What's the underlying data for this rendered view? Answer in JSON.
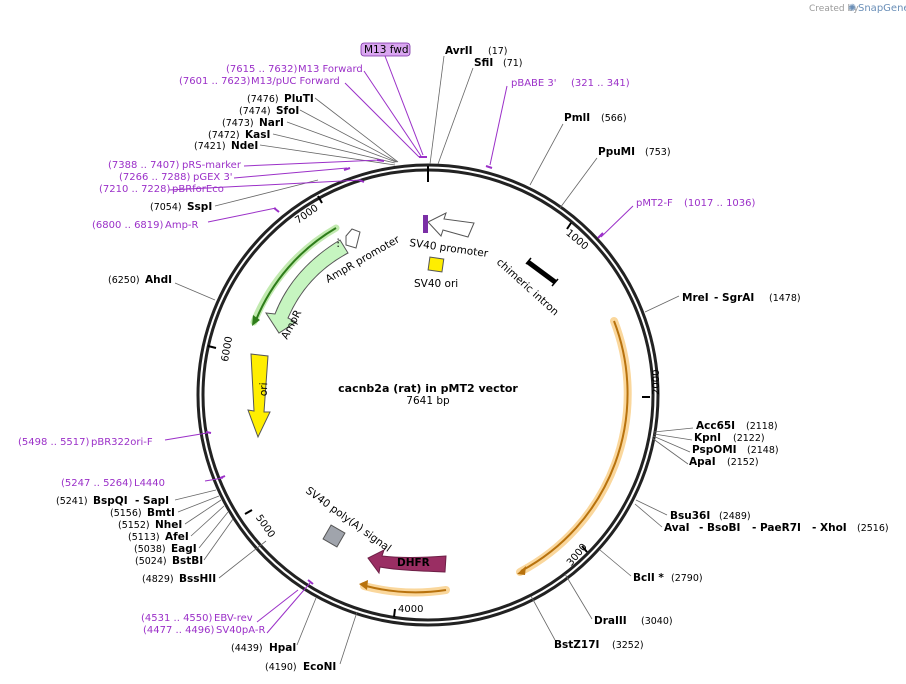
{
  "credit": {
    "prefix": "Created by",
    "brand": "SnapGene"
  },
  "title": "cacnb2a (rat) in pMT2 vector",
  "length": "7641 bp",
  "enzymes": [
    {
      "name": "AvrII",
      "pos": "(17)"
    },
    {
      "name": "SfiI",
      "pos": "(71)"
    },
    {
      "name": "PmlI",
      "pos": "(566)"
    },
    {
      "name": "PpuMI",
      "pos": "(753)"
    },
    {
      "name": "MreI",
      "name2": "- SgrAI",
      "pos": "(1478)"
    },
    {
      "name": "Acc65I",
      "pos": "(2118)"
    },
    {
      "name": "KpnI",
      "pos": "(2122)"
    },
    {
      "name": "PspOMI",
      "pos": "(2148)"
    },
    {
      "name": "ApaI",
      "pos": "(2152)"
    },
    {
      "name": "Bsu36I",
      "pos": "(2489)"
    },
    {
      "name": "AvaI",
      "name2": "- BsoBI",
      "name3": "- PaeR7I",
      "name4": "- XhoI",
      "pos": "(2516)"
    },
    {
      "name": "BclI *",
      "pos": "(2790)"
    },
    {
      "name": "DraIII",
      "pos": "(3040)"
    },
    {
      "name": "BstZ17I",
      "pos": "(3252)"
    },
    {
      "name": "EcoNI",
      "pos": "(4190)"
    },
    {
      "name": "HpaI",
      "pos": "(4439)"
    },
    {
      "name": "BssHII",
      "pos": "(4829)"
    },
    {
      "name": "BstBI",
      "pos": "(5024)"
    },
    {
      "name": "EagI",
      "pos": "(5038)"
    },
    {
      "name": "AfeI",
      "pos": "(5113)"
    },
    {
      "name": "NheI",
      "pos": "(5152)"
    },
    {
      "name": "BmtI",
      "pos": "(5156)"
    },
    {
      "name": "BspQI",
      "name2": "- SapI",
      "pos": "(5241)"
    },
    {
      "name": "AhdI",
      "pos": "(6250)"
    },
    {
      "name": "SspI",
      "pos": "(7054)"
    },
    {
      "name": "NdeI",
      "pos": "(7421)"
    },
    {
      "name": "KasI",
      "pos": "(7472)"
    },
    {
      "name": "NarI",
      "pos": "(7473)"
    },
    {
      "name": "SfoI",
      "pos": "(7474)"
    },
    {
      "name": "PluTI",
      "pos": "(7476)"
    }
  ],
  "primers": [
    {
      "name": "M13 fwd",
      "range": ""
    },
    {
      "name": "M13 Forward",
      "range": "(7615 .. 7632)"
    },
    {
      "name": "M13/pUC Forward",
      "range": "(7601 .. 7623)"
    },
    {
      "name": "pBABE 3'",
      "range": "(321 .. 341)"
    },
    {
      "name": "pMT2-F",
      "range": "(1017 .. 1036)"
    },
    {
      "name": "pRS-marker",
      "range": "(7388 .. 7407)"
    },
    {
      "name": "pGEX 3'",
      "range": "(7266 .. 7288)"
    },
    {
      "name": "pBRforEco",
      "range": "(7210 .. 7228)"
    },
    {
      "name": "Amp-R",
      "range": "(6800 .. 6819)"
    },
    {
      "name": "pBR322ori-F",
      "range": "(5498 .. 5517)"
    },
    {
      "name": "L4440",
      "range": "(5247 .. 5264)"
    },
    {
      "name": "EBV-rev",
      "range": "(4531 .. 4550)"
    },
    {
      "name": "SV40pA-R",
      "range": "(4477 .. 4496)"
    }
  ],
  "features": {
    "sv40_promoter": "SV40 promoter",
    "sv40_ori": "SV40 ori",
    "chimeric_intron": "chimeric intron",
    "ampr_promoter": "AmpR promoter",
    "ampr": "AmpR",
    "ori": "ori",
    "dhfr": "DHFR",
    "sv40_polya": "SV40 poly(A) signal"
  },
  "ticks": [
    "1000",
    "2000",
    "3000",
    "4000",
    "5000",
    "6000",
    "7000"
  ],
  "colors": {
    "primer": "#9b30c8",
    "primer_box": "#d9a6f0",
    "orf_orange": "#f5a623",
    "ampr_fill": "#c6f5c0",
    "ampr_stroke": "#2e7d1a",
    "ori_yellow": "#ffee00",
    "dhfr": "#9a2e63",
    "polya_gray": "#a0a4ac"
  }
}
